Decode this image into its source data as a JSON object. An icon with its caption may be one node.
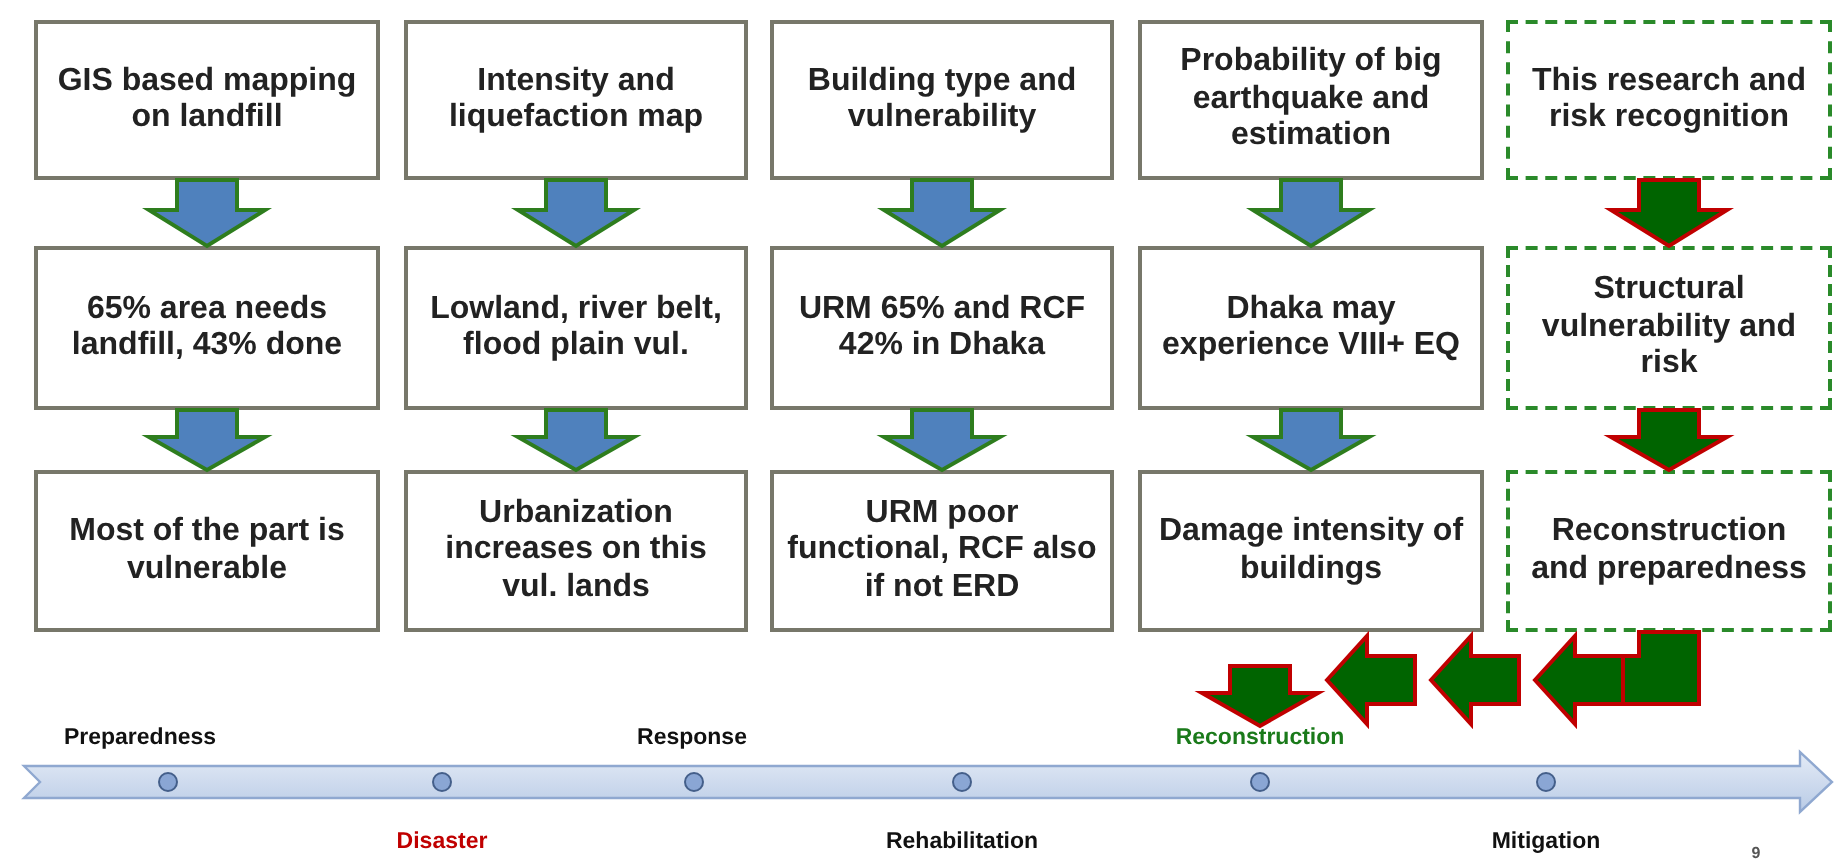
{
  "diagram": {
    "nodes": [
      {
        "text": [
          "GIS based mapping on landfill"
        ]
      },
      {
        "text": [
          "Intensity and liquefaction map"
        ]
      },
      {
        "text": [
          "Building type and vulnerability"
        ]
      },
      {
        "text": [
          "Probability of big earthquake and estimation"
        ]
      },
      {
        "text": [
          "This research and risk recognition"
        ]
      },
      {
        "text": [
          "65% area needs landfill, 43% done"
        ]
      },
      {
        "text": [
          "Lowland, river belt, flood plain vul."
        ]
      },
      {
        "text": [
          "URM 65% and RCF 42% in Dhaka"
        ]
      },
      {
        "text": [
          "Dhaka may experience VIII+ EQ"
        ]
      },
      {
        "text": [
          "Structural vulnerability and risk"
        ]
      },
      {
        "text": [
          "Most of the part is vulnerable"
        ]
      },
      {
        "text": [
          "Urbanization increases on this vul. lands"
        ]
      },
      {
        "text": [
          "URM poor functional, RCF also if not ERD"
        ]
      },
      {
        "text": [
          "Damage intensity of buildings"
        ]
      },
      {
        "text": [
          "Reconstruction and preparedness"
        ]
      },
      {
        "text": [
          "Reconstruction"
        ]
      }
    ],
    "edges": [
      {
        "from": 0,
        "to": 5,
        "arrow": "to"
      },
      {
        "from": 5,
        "to": 10,
        "arrow": "to"
      },
      {
        "from": 1,
        "to": 6,
        "arrow": "to"
      },
      {
        "from": 6,
        "to": 11,
        "arrow": "to"
      },
      {
        "from": 2,
        "to": 7,
        "arrow": "to"
      },
      {
        "from": 7,
        "to": 12,
        "arrow": "to"
      },
      {
        "from": 3,
        "to": 8,
        "arrow": "to"
      },
      {
        "from": 8,
        "to": 13,
        "arrow": "to"
      },
      {
        "from": 4,
        "to": 9,
        "arrow": "to",
        "color": "#c00000"
      },
      {
        "from": 9,
        "to": 14,
        "arrow": "to",
        "color": "#c00000"
      },
      {
        "from": 14,
        "to": 15,
        "arrow": "to",
        "color": "#c00000"
      }
    ],
    "labels": [
      "Preparedness",
      "Response",
      "Disaster",
      "Rehabilitation",
      "Mitigation",
      "9"
    ]
  }
}
